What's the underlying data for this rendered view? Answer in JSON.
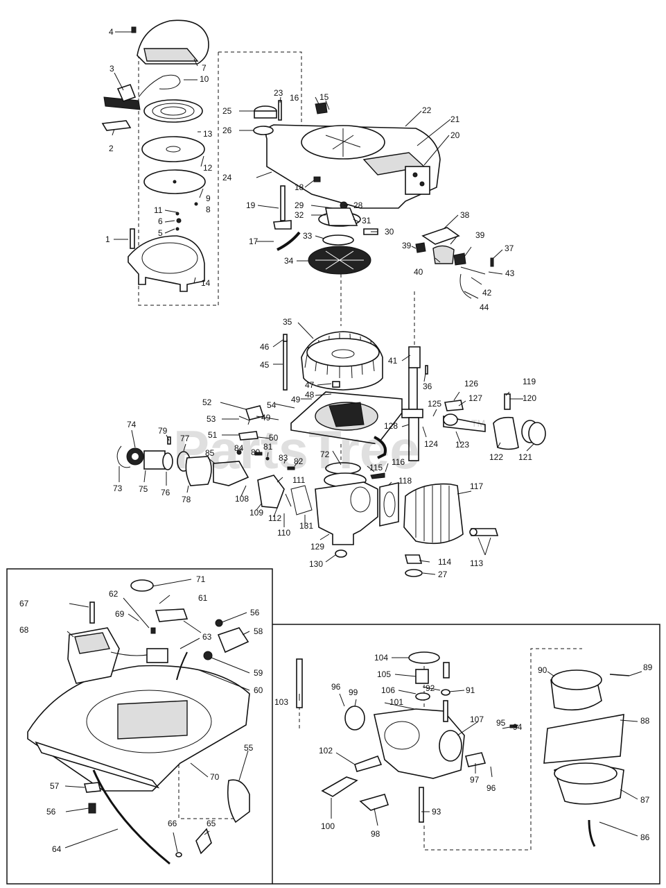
{
  "watermark": {
    "text": "PartsTree",
    "trademark": "TM"
  },
  "callouts": [
    {
      "n": "1"
    },
    {
      "n": "2"
    },
    {
      "n": "3"
    },
    {
      "n": "4"
    },
    {
      "n": "5"
    },
    {
      "n": "6"
    },
    {
      "n": "7"
    },
    {
      "n": "8"
    },
    {
      "n": "9"
    },
    {
      "n": "10"
    },
    {
      "n": "11"
    },
    {
      "n": "12"
    },
    {
      "n": "13"
    },
    {
      "n": "14"
    },
    {
      "n": "15"
    },
    {
      "n": "16"
    },
    {
      "n": "17"
    },
    {
      "n": "18"
    },
    {
      "n": "19"
    },
    {
      "n": "20"
    },
    {
      "n": "21"
    },
    {
      "n": "22"
    },
    {
      "n": "23"
    },
    {
      "n": "24"
    },
    {
      "n": "25"
    },
    {
      "n": "26"
    },
    {
      "n": "27"
    },
    {
      "n": "28"
    },
    {
      "n": "29"
    },
    {
      "n": "30"
    },
    {
      "n": "31"
    },
    {
      "n": "32"
    },
    {
      "n": "33"
    },
    {
      "n": "34"
    },
    {
      "n": "35"
    },
    {
      "n": "36"
    },
    {
      "n": "37"
    },
    {
      "n": "38"
    },
    {
      "n": "39"
    },
    {
      "n": "39"
    },
    {
      "n": "40"
    },
    {
      "n": "41"
    },
    {
      "n": "42"
    },
    {
      "n": "43"
    },
    {
      "n": "44"
    },
    {
      "n": "45"
    },
    {
      "n": "46"
    },
    {
      "n": "47"
    },
    {
      "n": "48"
    },
    {
      "n": "49"
    },
    {
      "n": "49"
    },
    {
      "n": "50"
    },
    {
      "n": "51"
    },
    {
      "n": "52"
    },
    {
      "n": "53"
    },
    {
      "n": "54"
    },
    {
      "n": "55"
    },
    {
      "n": "56"
    },
    {
      "n": "56"
    },
    {
      "n": "57"
    },
    {
      "n": "58"
    },
    {
      "n": "59"
    },
    {
      "n": "60"
    },
    {
      "n": "61"
    },
    {
      "n": "62"
    },
    {
      "n": "63"
    },
    {
      "n": "64"
    },
    {
      "n": "65"
    },
    {
      "n": "66"
    },
    {
      "n": "67"
    },
    {
      "n": "68"
    },
    {
      "n": "69"
    },
    {
      "n": "70"
    },
    {
      "n": "71"
    },
    {
      "n": "72"
    },
    {
      "n": "73"
    },
    {
      "n": "74"
    },
    {
      "n": "75"
    },
    {
      "n": "76"
    },
    {
      "n": "77"
    },
    {
      "n": "78"
    },
    {
      "n": "79"
    },
    {
      "n": "80"
    },
    {
      "n": "81"
    },
    {
      "n": "82"
    },
    {
      "n": "83"
    },
    {
      "n": "84"
    },
    {
      "n": "85"
    },
    {
      "n": "86"
    },
    {
      "n": "87"
    },
    {
      "n": "88"
    },
    {
      "n": "89"
    },
    {
      "n": "90"
    },
    {
      "n": "91"
    },
    {
      "n": "92"
    },
    {
      "n": "93"
    },
    {
      "n": "94"
    },
    {
      "n": "95"
    },
    {
      "n": "96"
    },
    {
      "n": "96"
    },
    {
      "n": "97"
    },
    {
      "n": "98"
    },
    {
      "n": "99"
    },
    {
      "n": "100"
    },
    {
      "n": "101"
    },
    {
      "n": "102"
    },
    {
      "n": "103"
    },
    {
      "n": "104"
    },
    {
      "n": "105"
    },
    {
      "n": "106"
    },
    {
      "n": "107"
    },
    {
      "n": "108"
    },
    {
      "n": "109"
    },
    {
      "n": "110"
    },
    {
      "n": "111"
    },
    {
      "n": "112"
    },
    {
      "n": "113"
    },
    {
      "n": "114"
    },
    {
      "n": "115"
    },
    {
      "n": "116"
    },
    {
      "n": "117"
    },
    {
      "n": "118"
    },
    {
      "n": "119"
    },
    {
      "n": "120"
    },
    {
      "n": "121"
    },
    {
      "n": "122"
    },
    {
      "n": "123"
    },
    {
      "n": "124"
    },
    {
      "n": "125"
    },
    {
      "n": "126"
    },
    {
      "n": "127"
    },
    {
      "n": "128"
    },
    {
      "n": "129"
    },
    {
      "n": "130"
    },
    {
      "n": "131"
    }
  ]
}
